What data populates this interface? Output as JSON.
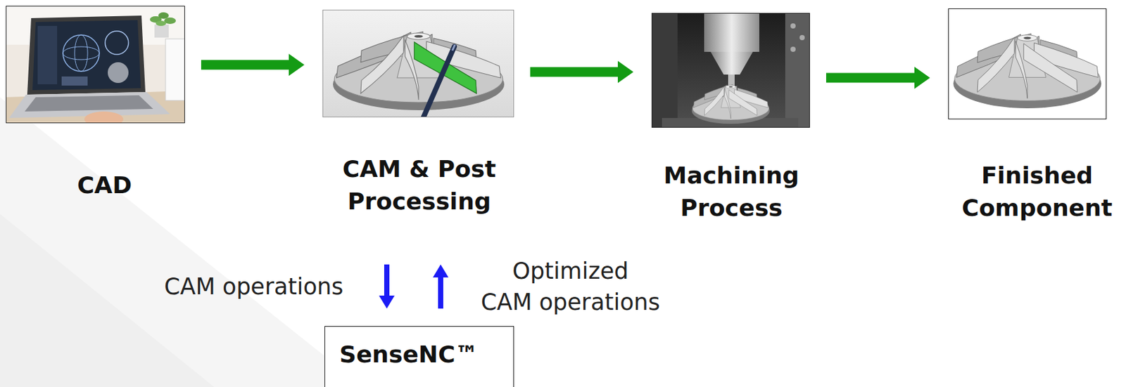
{
  "diagram": {
    "nodes": [
      {
        "text": [
          "CAD"
        ]
      },
      {
        "text": [
          "CAM & Post Processing"
        ]
      },
      {
        "text": [
          "Machining Process"
        ]
      },
      {
        "text": [
          "Finished Component"
        ]
      },
      {
        "text": [
          "SenseNC™"
        ]
      }
    ],
    "edges": [
      {
        "from": 0,
        "to": 1,
        "arrow": "to"
      },
      {
        "from": 1,
        "to": 2,
        "arrow": "to"
      },
      {
        "from": 2,
        "to": 3,
        "arrow": "to"
      },
      {
        "from": 1,
        "to": 4,
        "label": "CAM operations",
        "arrow": "to"
      },
      {
        "from": 4,
        "to": 1,
        "label": "Optimized CAM operations",
        "arrow": "to"
      }
    ]
  }
}
